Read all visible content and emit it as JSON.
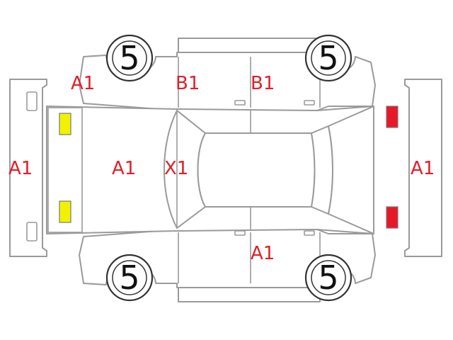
{
  "colors": {
    "outline": "#9a9a9a",
    "damage_text": "#e0202a",
    "front_lamp": "#f2f200",
    "rear_lamp": "#e81828",
    "tire_text": "#111111"
  },
  "marks": {
    "front_bumper": "A1",
    "front_left_fender": "A1",
    "hood": "A1",
    "windshield": "X1",
    "front_left_door": "B1",
    "rear_left_door": "B1",
    "front_right_door": "A1",
    "rear_bumper": "A1"
  },
  "tires": {
    "front_left": "5",
    "rear_left": "5",
    "front_right": "5",
    "rear_right": "5"
  }
}
